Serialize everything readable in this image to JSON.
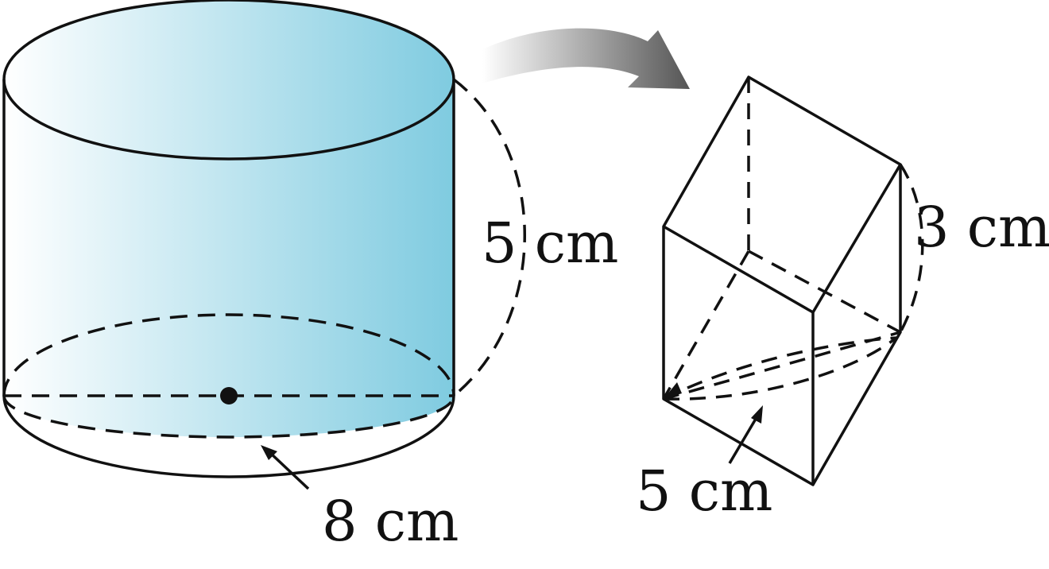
{
  "labels": {
    "cylinder_height": "5 cm",
    "cylinder_diameter": "8 cm",
    "prism_height": "3 cm",
    "prism_base": "5 cm"
  },
  "colors": {
    "cylinder_fill_light": "#ffffff",
    "cylinder_fill_dark": "#7fcbe0",
    "stroke": "#111111",
    "arrow_light": "#ffffff",
    "arrow_dark": "#555555"
  }
}
